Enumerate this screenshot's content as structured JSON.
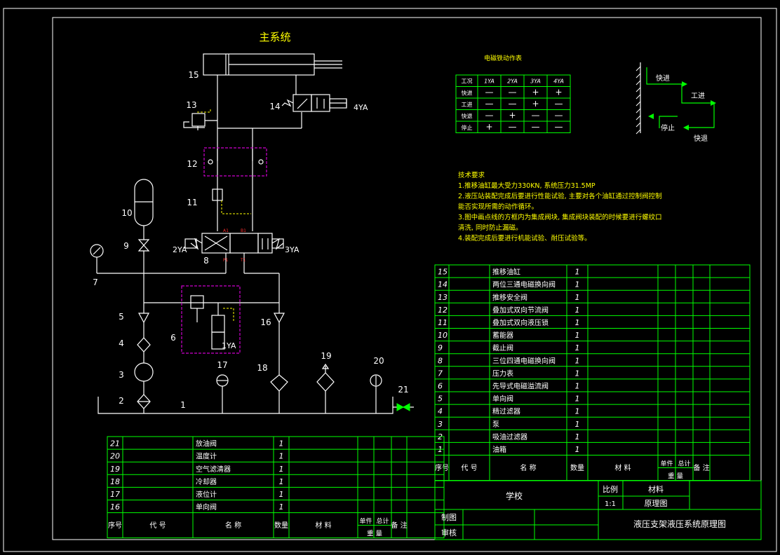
{
  "main_title": "主系统",
  "component_numbers": [
    "1",
    "2",
    "3",
    "4",
    "5",
    "6",
    "7",
    "8",
    "9",
    "10",
    "11",
    "12",
    "13",
    "14",
    "15",
    "16",
    "17",
    "18",
    "19",
    "20",
    "21"
  ],
  "solenoid_labels": {
    "ya1": "1YA",
    "ya2": "2YA",
    "ya3": "3YA",
    "ya4": "4YA"
  },
  "port_labels": {
    "a1": "A1",
    "b1": "B1",
    "p1": "P1",
    "t1": "T1"
  },
  "solenoid_table": {
    "title": "电磁铁动作表",
    "headers": [
      "工况",
      "1YA",
      "2YA",
      "3YA",
      "4YA"
    ],
    "rows": [
      [
        "快进",
        "—",
        "—",
        "+",
        "+"
      ],
      [
        "工进",
        "—",
        "—",
        "+",
        "—"
      ],
      [
        "快退",
        "—",
        "+",
        "—",
        "—"
      ],
      [
        "停止",
        "+",
        "—",
        "—",
        "—"
      ]
    ]
  },
  "cycle": {
    "fast_forward": "快进",
    "work_feed": "工进",
    "stop": "停止",
    "fast_return": "快退"
  },
  "tech_req": [
    "技术要求",
    "1.推移油缸最大受力330KN, 系统压力31.5MP",
    "2.液压站装配完成后要进行性能试验, 主要对各个油缸通过控制阀控制",
    "能否实现所需的动作循环。",
    "3.图中画点线的方框内为集成阀块, 集成阀块装配的时候要进行螺纹口",
    "清洗, 同时防止漏磁。",
    "4.装配完成后要进行机能试验、耐压试验等。"
  ],
  "bom_right": [
    [
      "15",
      "推移油缸",
      "1"
    ],
    [
      "14",
      "两位三通电磁换向阀",
      "1"
    ],
    [
      "13",
      "推移安全阀",
      "1"
    ],
    [
      "12",
      "叠加式双向节流阀",
      "1"
    ],
    [
      "11",
      "叠加式双向液压锁",
      "1"
    ],
    [
      "10",
      "蓄能器",
      "1"
    ],
    [
      "9",
      "截止阀",
      "1"
    ],
    [
      "8",
      "三位四通电磁换向阀",
      "1"
    ],
    [
      "7",
      "压力表",
      "1"
    ],
    [
      "6",
      "先导式电磁溢流阀",
      "1"
    ],
    [
      "5",
      "单向阀",
      "1"
    ],
    [
      "4",
      "精过滤器",
      "1"
    ],
    [
      "3",
      "泵",
      "1"
    ],
    [
      "2",
      "吸油过滤器",
      "1"
    ],
    [
      "1",
      "油箱",
      "1"
    ]
  ],
  "bom_left": [
    [
      "21",
      "放油阀",
      "1"
    ],
    [
      "20",
      "温度计",
      "1"
    ],
    [
      "19",
      "空气滤清器",
      "1"
    ],
    [
      "18",
      "冷却器",
      "1"
    ],
    [
      "17",
      "液位计",
      "1"
    ],
    [
      "16",
      "单向阀",
      "1"
    ]
  ],
  "bom_header": {
    "seq": "序号",
    "code": "代 号",
    "name": "名 称",
    "qty": "数量",
    "material": "材 料",
    "unit": "单件",
    "total": "总计",
    "weight": "重 量",
    "remark": "备 注"
  },
  "title_block": {
    "school": "学校",
    "scale_label": "比例",
    "scale": "1:1",
    "material_label": "材料",
    "drawing_type": "原理图",
    "drawn": "制图",
    "checked": "审核",
    "drawing_title": "液压支架液压系统原理图"
  },
  "colors": {
    "line": "#ffffff",
    "grid": "#00ff00",
    "magenta": "#cc00cc",
    "yellow": "#ffff00",
    "red": "#ff3030",
    "background": "#000000"
  }
}
